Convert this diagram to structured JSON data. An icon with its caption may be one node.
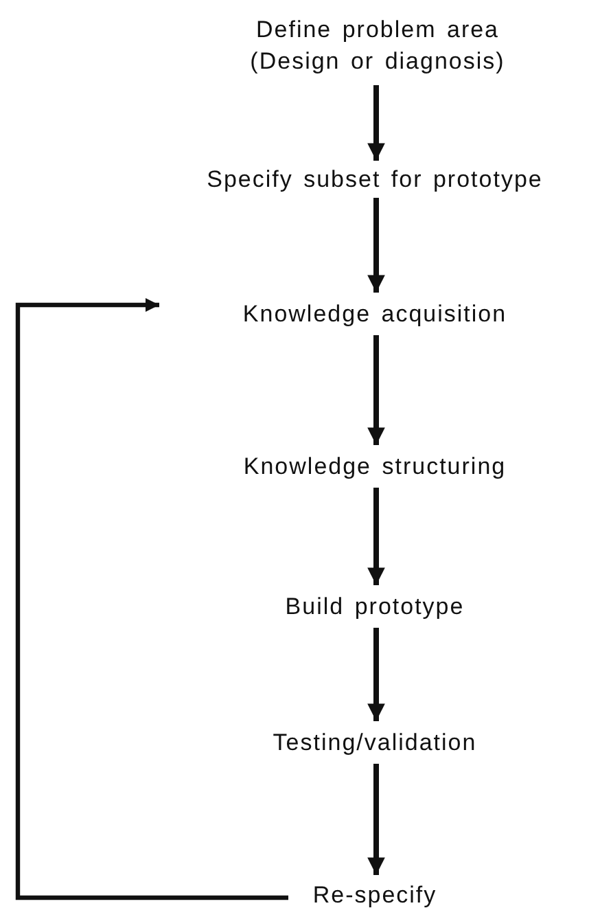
{
  "diagram": {
    "nodes": [
      {
        "text": [
          "Define problem area (Design or diagnosis)"
        ]
      },
      {
        "text": [
          "Specify subset for prototype"
        ]
      },
      {
        "text": [
          "Knowledge acquisition"
        ]
      },
      {
        "text": [
          "Knowledge structuring"
        ]
      },
      {
        "text": [
          "Build prototype"
        ]
      },
      {
        "text": [
          "Testing/validation"
        ]
      },
      {
        "text": [
          "Re-specify"
        ]
      }
    ],
    "edges": [
      {
        "from": 0,
        "to": 1,
        "arrow": "to"
      },
      {
        "from": 1,
        "to": 2,
        "arrow": "to"
      },
      {
        "from": 2,
        "to": 3,
        "arrow": "to"
      },
      {
        "from": 3,
        "to": 4,
        "arrow": "to"
      },
      {
        "from": 4,
        "to": 5,
        "arrow": "to"
      },
      {
        "from": 5,
        "to": 6,
        "arrow": "to"
      },
      {
        "from": 6,
        "to": 2,
        "arrow": "to"
      }
    ]
  }
}
